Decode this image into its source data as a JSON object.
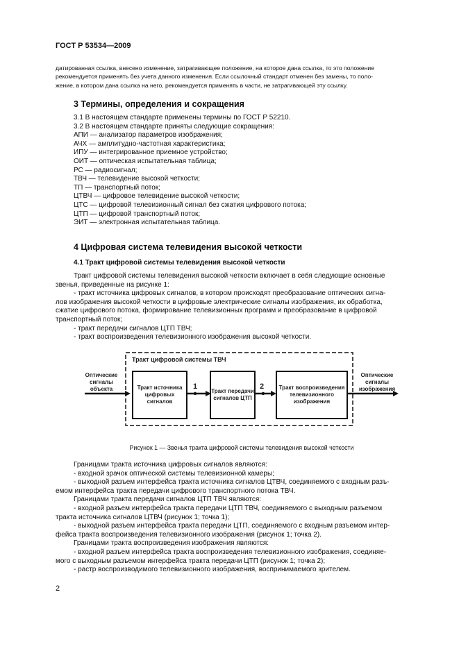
{
  "header": "ГОСТ Р 53534—2009",
  "intro": [
    "датированная ссылка, внесено изменение, затрагивающее положение, на которое дана ссылка, то это положение",
    "рекомендуется применять без учета данного изменения. Если ссылочный стандарт отменен без замены, то поло-",
    "жение, в котором дана ссылка на него, рекомендуется применять в части, не затрагивающей эту ссылку."
  ],
  "section3": {
    "title": "3 Термины, определения и сокращения",
    "lines": [
      "3.1 В настоящем стандарте применены термины по ГОСТ Р 52210.",
      "3.2 В настоящем стандарте приняты следующие сокращения:",
      "АПИ — анализатор параметров изображения;",
      "АЧХ — амплитудно-частотная характеристика;",
      "ИПУ — интегрированное приемное устройство;",
      "ОИТ — оптическая испытательная таблица;",
      "РС — радиосигнал;",
      "ТВЧ — телевидение высокой четкости;",
      "ТП — транспортный поток;",
      "ЦТВЧ — цифровое телевидение высокой четкости;",
      "ЦТС — цифровой телевизионный сигнал без сжатия цифрового потока;",
      "ЦТП — цифровой транспортный поток;",
      "ЭИТ — электронная испытательная таблица."
    ]
  },
  "section4": {
    "title": "4 Цифровая система телевидения высокой четкости",
    "sub": "4.1 Тракт цифровой системы телевидения высокой четкости",
    "para": [
      "Тракт цифровой системы телевидения высокой четкости включает в себя следующие основные",
      "звенья, приведенные на рисунке 1:",
      "- тракт источника цифровых сигналов, в котором происходят преобразование оптических сигна-",
      "лов изображения высокой четкости в цифровые электрические сигналы изображения, их обработка,",
      "сжатие цифрового потока, формирование телевизионных программ и преобразование в цифровой",
      "транспортный поток;",
      "- тракт передачи сигналов ЦТП ТВЧ;",
      "- тракт воспроизведения телевизионного изображения высокой четкости."
    ]
  },
  "diagram": {
    "frame": "Тракт цифровой системы ТВЧ",
    "input": "Оптические сигналы объекта",
    "output": "Оптические сигналы изображения",
    "block1": "Тракт источника цифровых сигналов",
    "block2": "Тракт передачи сигналов ЦТП",
    "block3": "Тракт воспроизведения телевизионного изображения",
    "point1": "1",
    "point2": "2"
  },
  "caption": "Рисунок 1 — Звенья тракта цифровой системы телевидения высокой четкости",
  "after": [
    "Границами тракта источника цифровых сигналов являются:",
    "- входной зрачок оптической системы телевизионной камеры;",
    "- выходной разъем интерфейса тракта источника сигналов ЦТВЧ, соединяемого с входным разъ-",
    "емом интерфейса тракта передачи цифрового транспортного потока ТВЧ.",
    "Границами тракта передачи сигналов ЦТП ТВЧ являются:",
    "- входной разъем интерфейса тракта передачи ЦТП ТВЧ, соединяемого с выходным разъемом",
    "тракта источника сигналов ЦТВЧ (рисунок 1; точка 1);",
    "- выходной разъем интерфейса тракта передачи ЦТП, соединяемого с входным разъемом интер-",
    "фейса тракта воспроизведения телевизионного изображения (рисунок 1; точка 2).",
    "Границами тракта воспроизведения изображения являются:",
    "- входной разъем интерфейса тракта воспроизведения телевизионного изображения, соединяе-",
    "мого с выходным разъемом интерфейса тракта передачи ЦТП (рисунок 1; точка 2);",
    "- растр воспроизводимого телевизионного изображения, воспринимаемого зрителем."
  ],
  "page_number": "2"
}
